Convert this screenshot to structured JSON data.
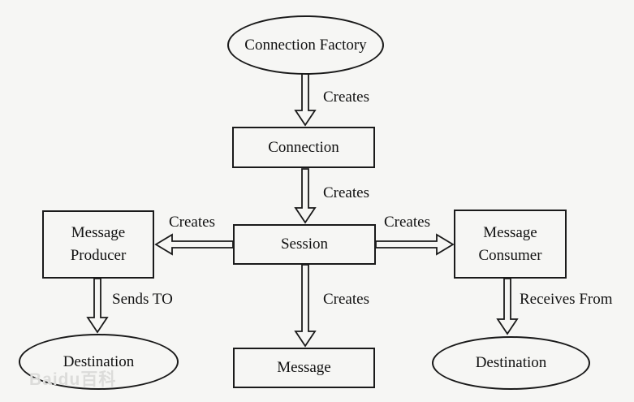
{
  "diagram": {
    "nodes": {
      "connection_factory": {
        "label": "Connection Factory",
        "shape": "ellipse"
      },
      "connection": {
        "label": "Connection",
        "shape": "rect"
      },
      "session": {
        "label": "Session",
        "shape": "rect"
      },
      "message_producer": {
        "label": "Message Producer",
        "shape": "rect"
      },
      "message_consumer": {
        "label": "Message Consumer",
        "shape": "rect"
      },
      "message": {
        "label": "Message",
        "shape": "rect"
      },
      "destination_left": {
        "label": "Destination",
        "shape": "ellipse"
      },
      "destination_right": {
        "label": "Destination",
        "shape": "ellipse"
      }
    },
    "edges": {
      "factory_to_connection": {
        "label": "Creates",
        "from": "connection_factory",
        "to": "connection"
      },
      "connection_to_session": {
        "label": "Creates",
        "from": "connection",
        "to": "session"
      },
      "session_to_producer": {
        "label": "Creates",
        "from": "session",
        "to": "message_producer"
      },
      "session_to_consumer": {
        "label": "Creates",
        "from": "session",
        "to": "message_consumer"
      },
      "session_to_message": {
        "label": "Creates",
        "from": "session",
        "to": "message"
      },
      "producer_to_destination": {
        "label": "Sends TO",
        "from": "message_producer",
        "to": "destination_left"
      },
      "consumer_to_destination": {
        "label": "Receives From",
        "from": "message_consumer",
        "to": "destination_right"
      }
    },
    "watermark": "Baidu百科",
    "colors": {
      "background": "#f6f6f4",
      "stroke": "#1a1a1a",
      "text": "#111111",
      "watermark": "#dcdcda"
    }
  }
}
